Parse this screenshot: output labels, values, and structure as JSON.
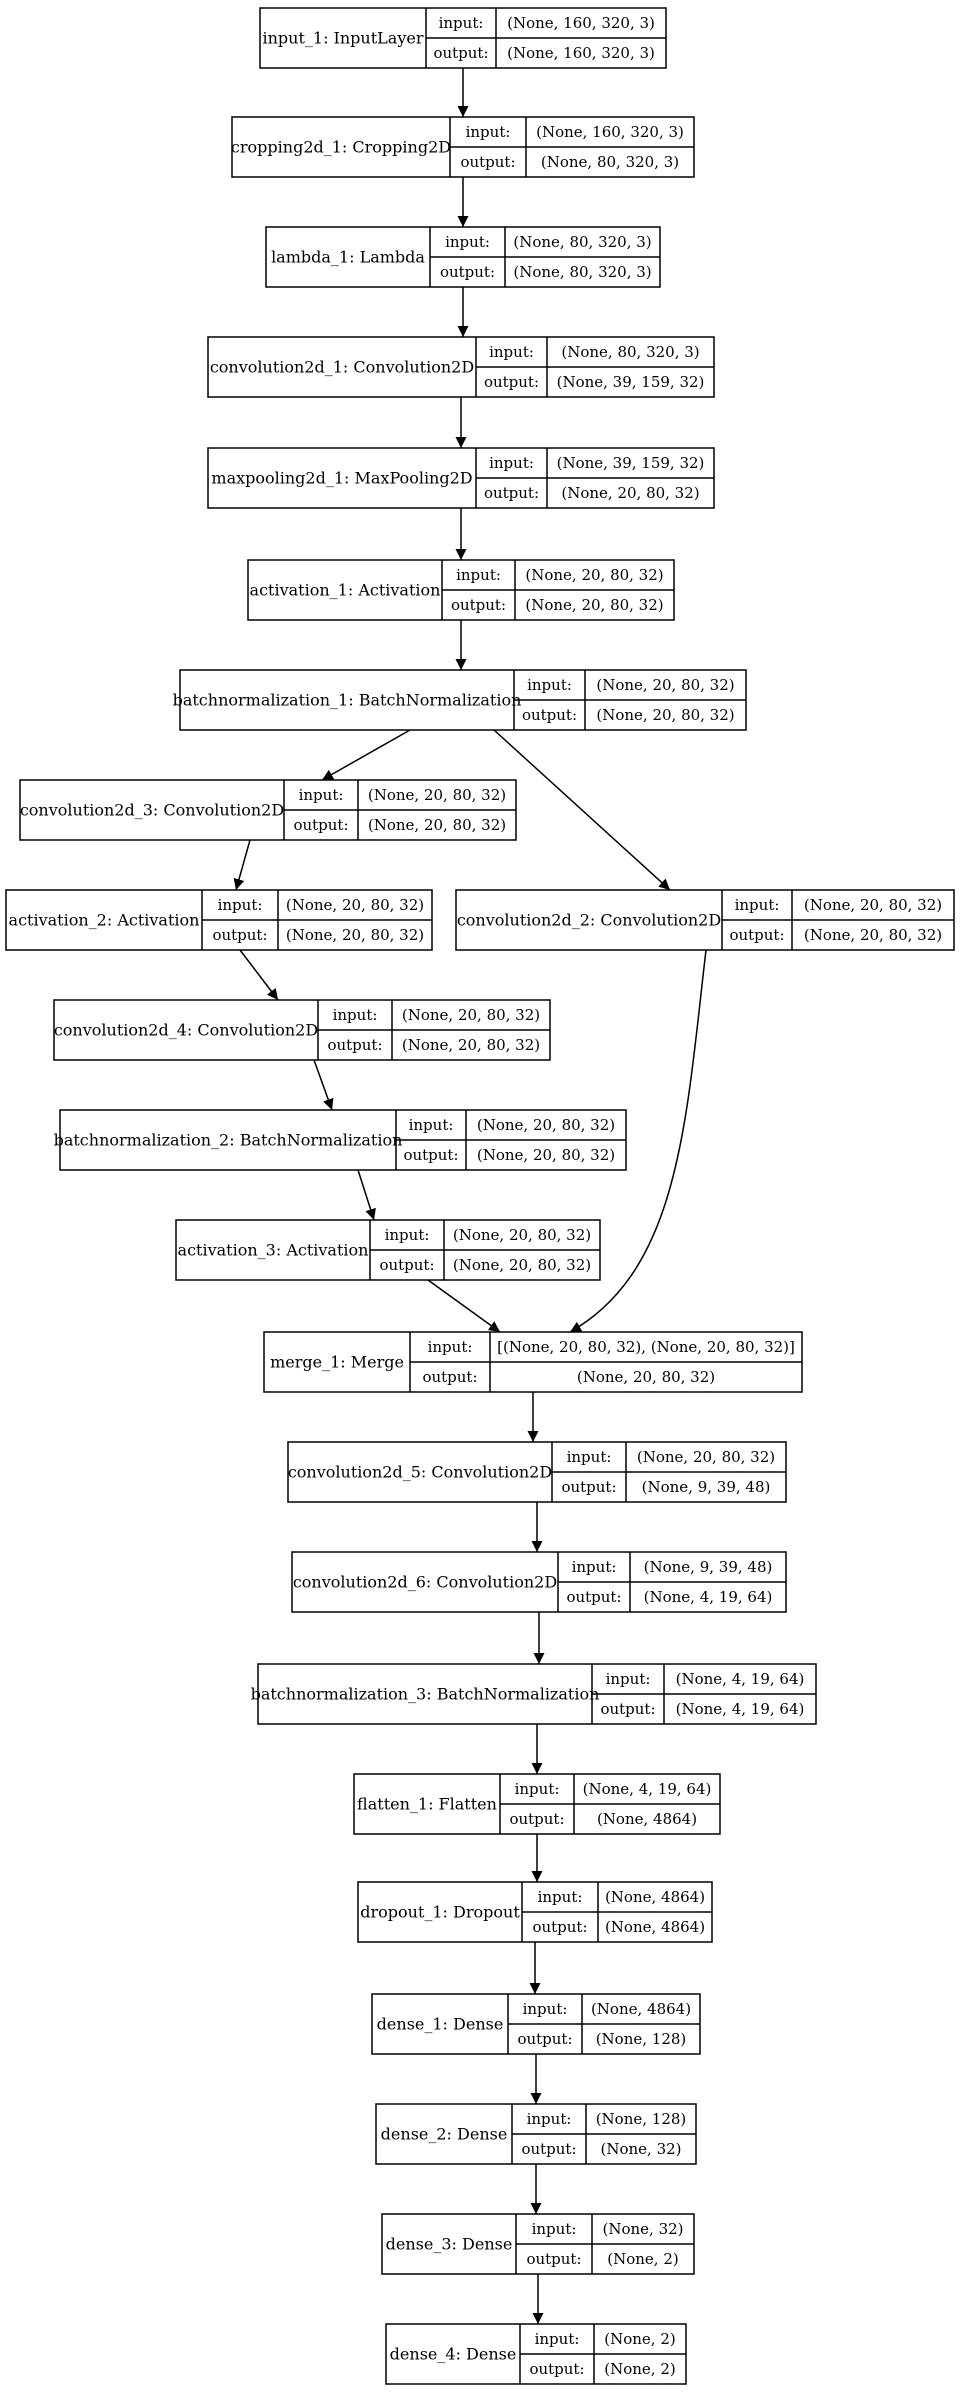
{
  "port_labels": {
    "input": "input:",
    "output": "output:"
  },
  "nodes": [
    {
      "id": "input_1",
      "name": "input_1: InputLayer",
      "input": "(None, 160, 320, 3)",
      "output": "(None, 160, 320, 3)"
    },
    {
      "id": "cropping2d_1",
      "name": "cropping2d_1: Cropping2D",
      "input": "(None, 160, 320, 3)",
      "output": "(None, 80, 320, 3)"
    },
    {
      "id": "lambda_1",
      "name": "lambda_1: Lambda",
      "input": "(None, 80, 320, 3)",
      "output": "(None, 80, 320, 3)"
    },
    {
      "id": "convolution2d_1",
      "name": "convolution2d_1: Convolution2D",
      "input": "(None, 80, 320, 3)",
      "output": "(None, 39, 159, 32)"
    },
    {
      "id": "maxpooling2d_1",
      "name": "maxpooling2d_1: MaxPooling2D",
      "input": "(None, 39, 159, 32)",
      "output": "(None, 20, 80, 32)"
    },
    {
      "id": "activation_1",
      "name": "activation_1: Activation",
      "input": "(None, 20, 80, 32)",
      "output": "(None, 20, 80, 32)"
    },
    {
      "id": "batchnormalization_1",
      "name": "batchnormalization_1: BatchNormalization",
      "input": "(None, 20, 80, 32)",
      "output": "(None, 20, 80, 32)"
    },
    {
      "id": "convolution2d_3",
      "name": "convolution2d_3: Convolution2D",
      "input": "(None, 20, 80, 32)",
      "output": "(None, 20, 80, 32)"
    },
    {
      "id": "activation_2",
      "name": "activation_2: Activation",
      "input": "(None, 20, 80, 32)",
      "output": "(None, 20, 80, 32)"
    },
    {
      "id": "convolution2d_2",
      "name": "convolution2d_2: Convolution2D",
      "input": "(None, 20, 80, 32)",
      "output": "(None, 20, 80, 32)"
    },
    {
      "id": "convolution2d_4",
      "name": "convolution2d_4: Convolution2D",
      "input": "(None, 20, 80, 32)",
      "output": "(None, 20, 80, 32)"
    },
    {
      "id": "batchnormalization_2",
      "name": "batchnormalization_2: BatchNormalization",
      "input": "(None, 20, 80, 32)",
      "output": "(None, 20, 80, 32)"
    },
    {
      "id": "activation_3",
      "name": "activation_3: Activation",
      "input": "(None, 20, 80, 32)",
      "output": "(None, 20, 80, 32)"
    },
    {
      "id": "merge_1",
      "name": "merge_1: Merge",
      "input": "[(None, 20, 80, 32), (None, 20, 80, 32)]",
      "output": "(None, 20, 80, 32)"
    },
    {
      "id": "convolution2d_5",
      "name": "convolution2d_5: Convolution2D",
      "input": "(None, 20, 80, 32)",
      "output": "(None, 9, 39, 48)"
    },
    {
      "id": "convolution2d_6",
      "name": "convolution2d_6: Convolution2D",
      "input": "(None, 9, 39, 48)",
      "output": "(None, 4, 19, 64)"
    },
    {
      "id": "batchnormalization_3",
      "name": "batchnormalization_3: BatchNormalization",
      "input": "(None, 4, 19, 64)",
      "output": "(None, 4, 19, 64)"
    },
    {
      "id": "flatten_1",
      "name": "flatten_1: Flatten",
      "input": "(None, 4, 19, 64)",
      "output": "(None, 4864)"
    },
    {
      "id": "dropout_1",
      "name": "dropout_1: Dropout",
      "input": "(None, 4864)",
      "output": "(None, 4864)"
    },
    {
      "id": "dense_1",
      "name": "dense_1: Dense",
      "input": "(None, 4864)",
      "output": "(None, 128)"
    },
    {
      "id": "dense_2",
      "name": "dense_2: Dense",
      "input": "(None, 128)",
      "output": "(None, 32)"
    },
    {
      "id": "dense_3",
      "name": "dense_3: Dense",
      "input": "(None, 32)",
      "output": "(None, 2)"
    },
    {
      "id": "dense_4",
      "name": "dense_4: Dense",
      "input": "(None, 2)",
      "output": "(None, 2)"
    }
  ],
  "edges": [
    [
      "input_1",
      "cropping2d_1"
    ],
    [
      "cropping2d_1",
      "lambda_1"
    ],
    [
      "lambda_1",
      "convolution2d_1"
    ],
    [
      "convolution2d_1",
      "maxpooling2d_1"
    ],
    [
      "maxpooling2d_1",
      "activation_1"
    ],
    [
      "activation_1",
      "batchnormalization_1"
    ],
    [
      "batchnormalization_1",
      "convolution2d_3"
    ],
    [
      "batchnormalization_1",
      "convolution2d_2"
    ],
    [
      "convolution2d_3",
      "activation_2"
    ],
    [
      "activation_2",
      "convolution2d_4"
    ],
    [
      "convolution2d_4",
      "batchnormalization_2"
    ],
    [
      "batchnormalization_2",
      "activation_3"
    ],
    [
      "activation_3",
      "merge_1"
    ],
    [
      "convolution2d_2",
      "merge_1"
    ],
    [
      "merge_1",
      "convolution2d_5"
    ],
    [
      "convolution2d_5",
      "convolution2d_6"
    ],
    [
      "convolution2d_6",
      "batchnormalization_3"
    ],
    [
      "batchnormalization_3",
      "flatten_1"
    ],
    [
      "flatten_1",
      "dropout_1"
    ],
    [
      "dropout_1",
      "dense_1"
    ],
    [
      "dense_1",
      "dense_2"
    ],
    [
      "dense_2",
      "dense_3"
    ],
    [
      "dense_3",
      "dense_4"
    ]
  ]
}
